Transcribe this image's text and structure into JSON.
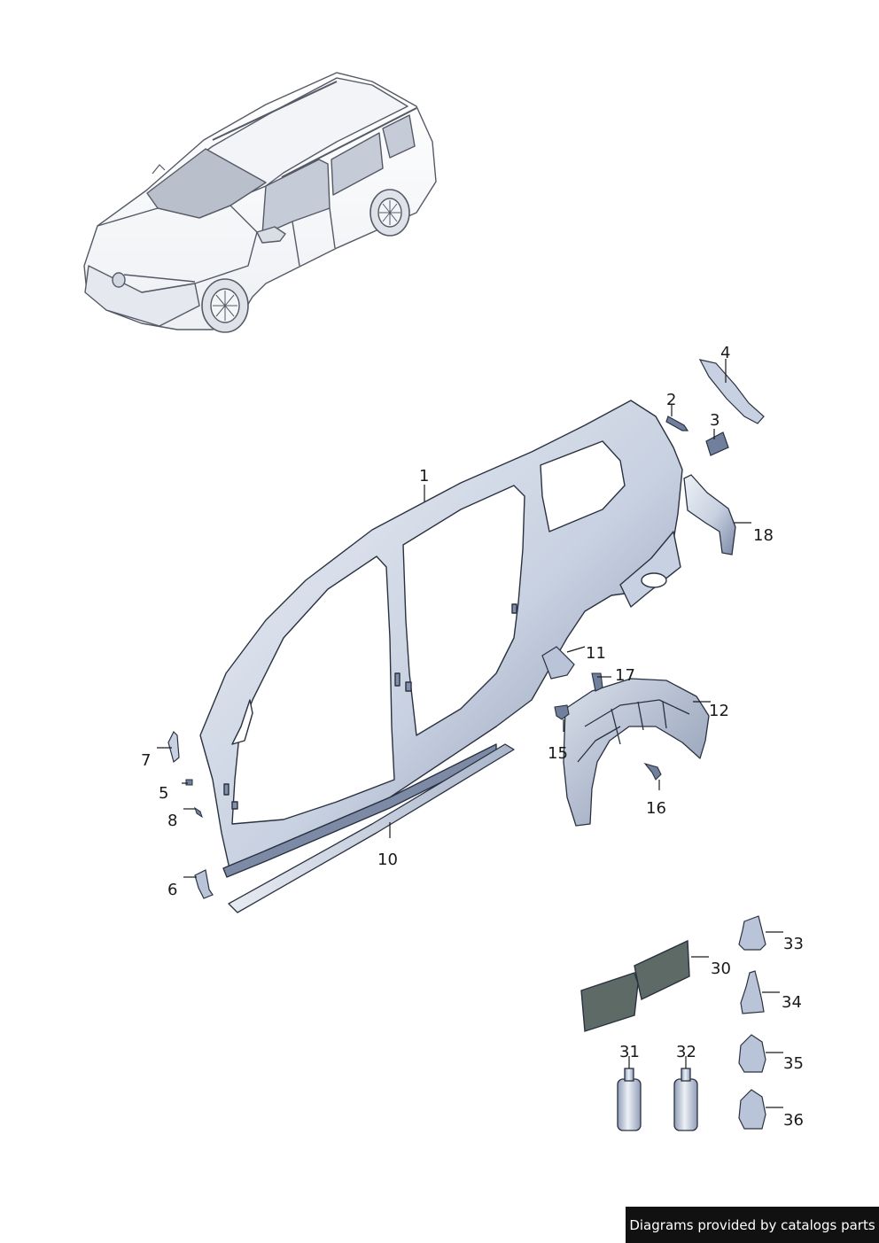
{
  "callouts": {
    "c1": "1",
    "c2": "2",
    "c3": "3",
    "c4": "4",
    "c5": "5",
    "c6": "6",
    "c7": "7",
    "c8": "8",
    "c10": "10",
    "c11": "11",
    "c12": "12",
    "c15": "15",
    "c16": "16",
    "c17": "17",
    "c18": "18",
    "c30": "30",
    "c31": "31",
    "c32": "32",
    "c33": "33",
    "c34": "34",
    "c35": "35",
    "c36": "36"
  },
  "footer": {
    "text": "Diagrams provided by catalogs parts"
  },
  "colors": {
    "panel_light": "#dfe5ef",
    "panel_mid": "#b9c4d8",
    "panel_dark": "#6f7f9c",
    "outline": "#2a3140",
    "car_line": "#555a66",
    "pad": "#5d6a66"
  }
}
